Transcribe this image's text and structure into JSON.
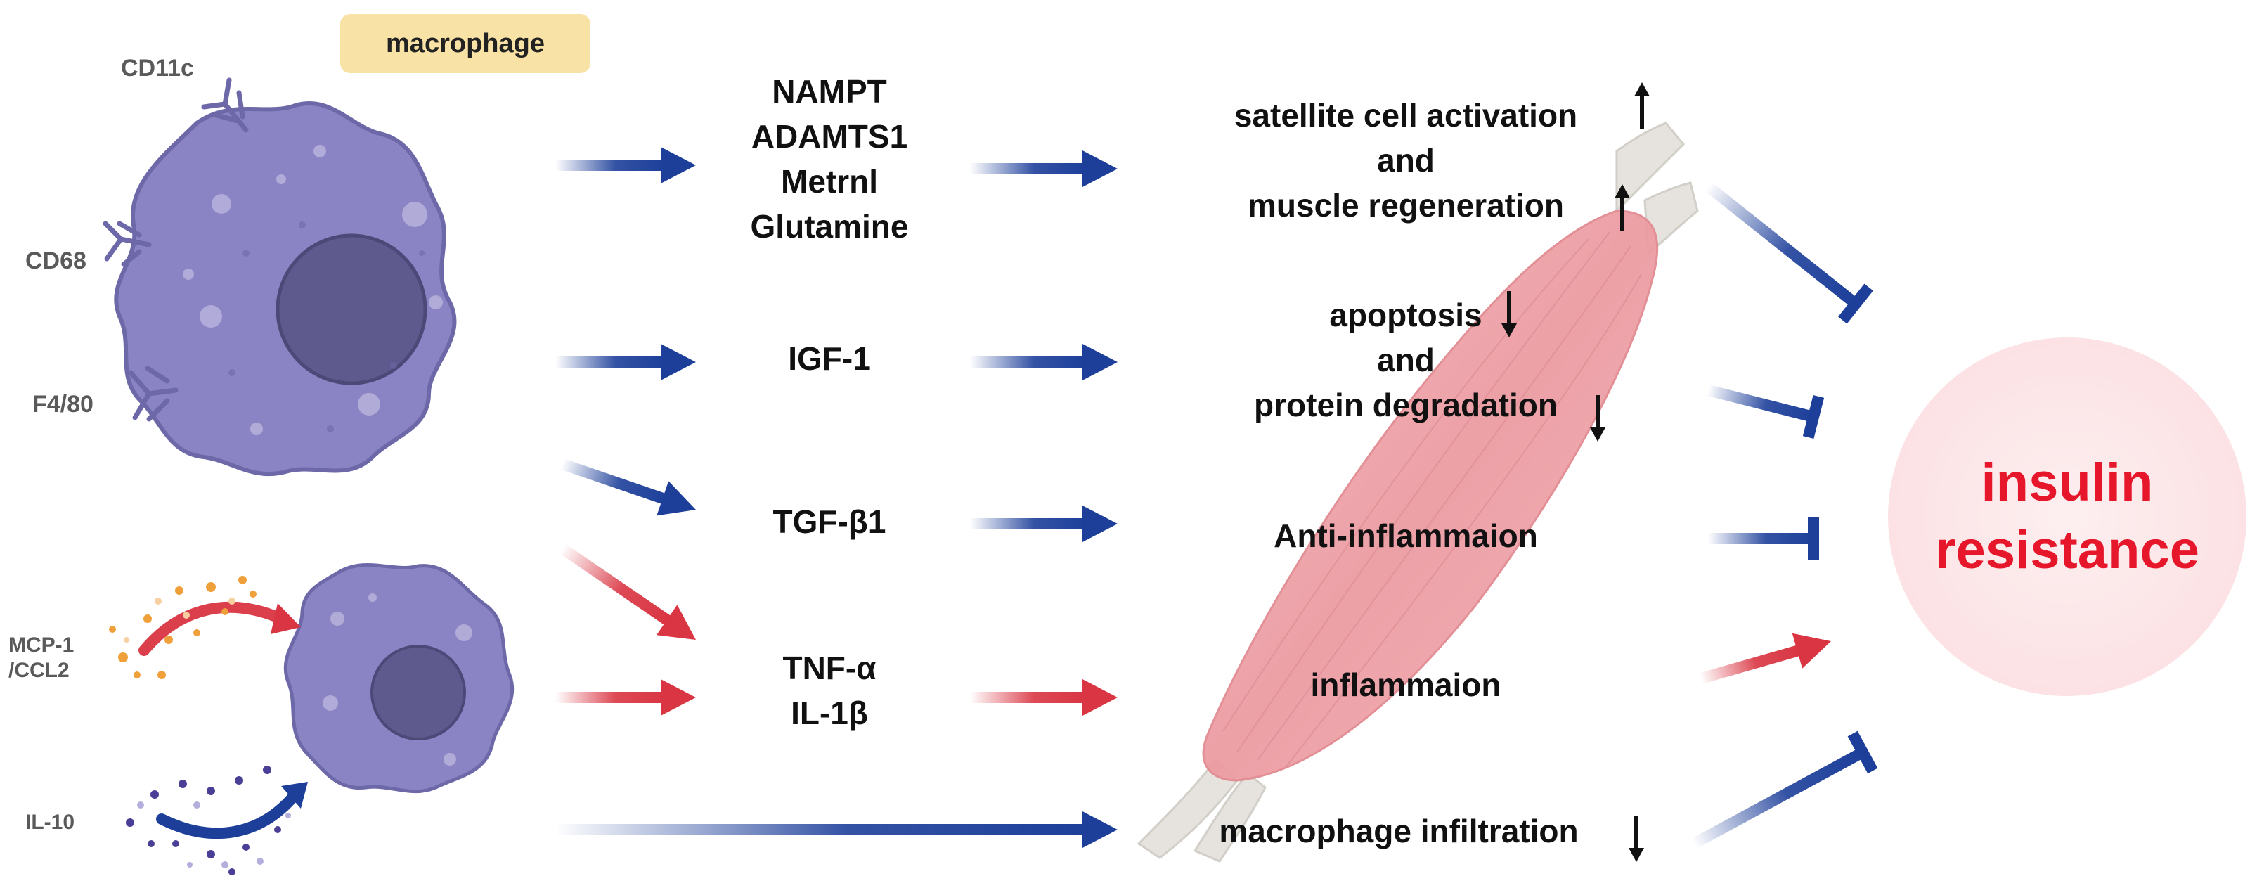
{
  "cell_label": "macrophage",
  "receptors": {
    "cd11c": "CD11c",
    "cd68": "CD68",
    "f480": "F4/80"
  },
  "chemokines": {
    "mcp1_line1": "MCP-1",
    "mcp1_line2": "/CCL2",
    "il10": "IL-10"
  },
  "mediators": {
    "group1": [
      "NAMPT",
      "ADAMTS1",
      "Metrnl",
      "Glutamine"
    ],
    "igf1": "IGF-1",
    "tgfb1": "TGF-β1",
    "tnfa": "TNF-α",
    "il1b": "IL-1β"
  },
  "effects": {
    "satellite_line1": "satellite cell activation",
    "satellite_line2": "and",
    "satellite_line3": "muscle regeneration",
    "apoptosis_line1": "apoptosis",
    "apoptosis_line2": "and",
    "apoptosis_line3": "protein degradation",
    "anti_inflammation": "Anti-inflammaion",
    "inflammation": "inflammaion",
    "infiltration": "macrophage infiltration"
  },
  "outcome": {
    "line1": "insulin",
    "line2": "resistance"
  },
  "colors": {
    "blue": "#1d3f9a",
    "red": "#d93542",
    "cell_fill": "#8a84c4",
    "nucleus": "#5e5a8e",
    "muscle": "#ec9ca2",
    "tendon": "#e6e3df",
    "tag_bg": "#f9e2a6",
    "outcome_text": "#e6172b",
    "outcome_bg": "#fde9ea"
  }
}
